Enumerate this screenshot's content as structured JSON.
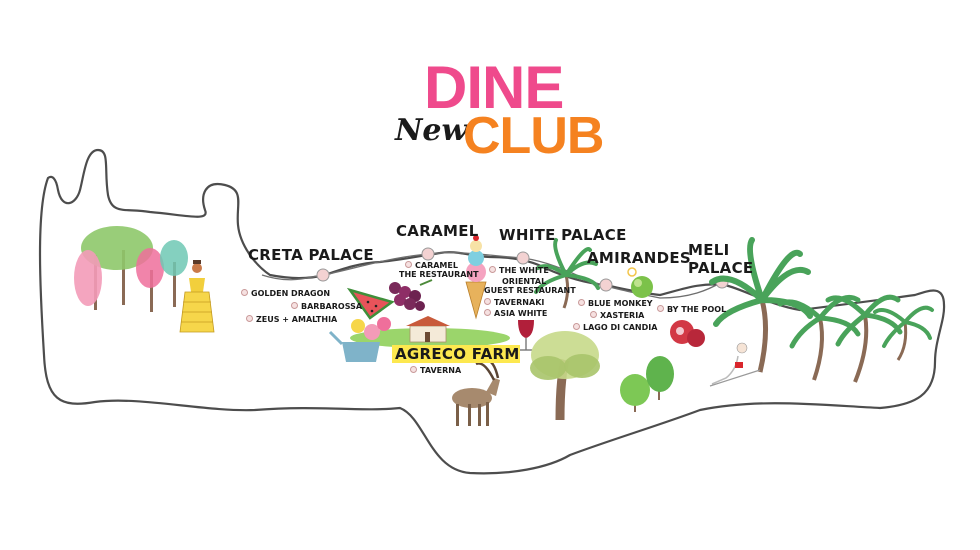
{
  "logo": {
    "dine": "DINE",
    "new": "New",
    "club": "CLUB",
    "colors": {
      "dine": "#ef4a8c",
      "club": "#f58220",
      "new": "#1a1a1a"
    }
  },
  "map": {
    "hotels": {
      "creta_palace": "CRETA PALACE",
      "caramel": "CARAMEL",
      "white_palace": "WHITE PALACE",
      "amirandes": "AMIRANDES",
      "meli_palace_line1": "MELI",
      "meli_palace_line2": "PALACE",
      "agreco_farm": "AGRECO FARM"
    },
    "restaurants": {
      "golden_dragon": "GOLDEN DRAGON",
      "barbarossa": "BARBAROSSA",
      "zeus_amalthia": "ZEUS + AMALTHIA",
      "caramel_line1": "CARAMEL",
      "caramel_line2": "THE RESTAURANT",
      "the_white": "THE WHITE",
      "oriental_line1": "ORIENTAL",
      "oriental_line2": "GUEST RESTAURANT",
      "tavernaki": "TAVERNAKI",
      "asia_white": "ASIA WHITE",
      "blue_monkey": "BLUE MONKEY",
      "xasteria": "XASTERIA",
      "lago_di_candia": "LAGO DI CANDIA",
      "by_the_pool": "BY THE POOL",
      "taverna": "TAVERNA"
    },
    "colors": {
      "outline": "#4d4d4d",
      "marker": "#f3d2d2",
      "agreco_band": "#fde84f",
      "palm": "#49a35a"
    }
  }
}
